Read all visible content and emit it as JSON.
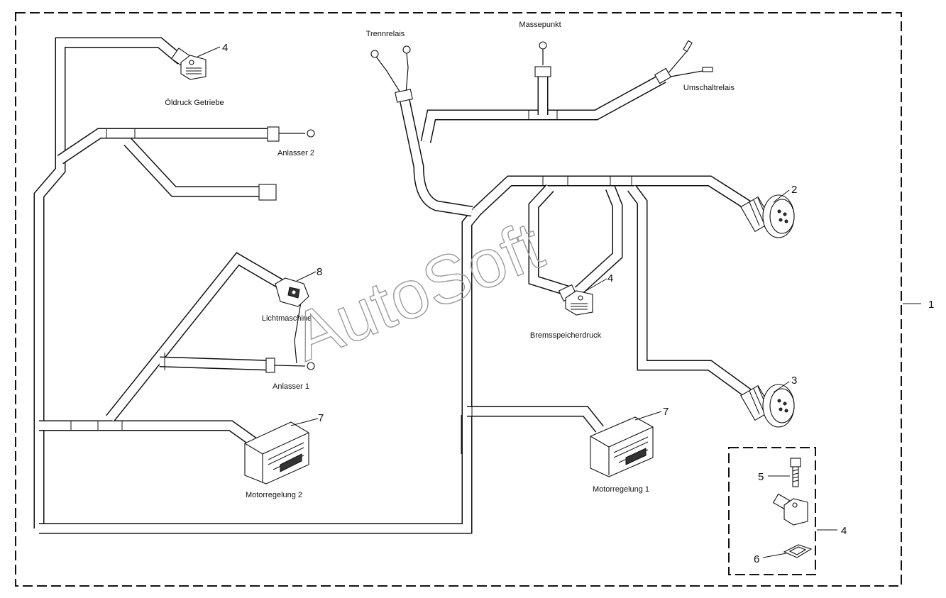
{
  "diagram": {
    "watermark": "AutoSoft",
    "labels": {
      "oeldruck": "Öldruck Getriebe",
      "anlasser2": "Anlasser 2",
      "trennrelais": "Trennrelais",
      "massepunkt": "Massepunkt",
      "umschaltrelais": "Umschaltrelais",
      "lichtmaschine": "Lichtmaschine",
      "anlasser1": "Anlasser 1",
      "motorregelung2": "Motorregelung 2",
      "motorregelung1": "Motorregelung 1",
      "bremsspeicherdruck": "Bremsspeicherdruck"
    },
    "callouts": {
      "c1": "1",
      "c2": "2",
      "c3": "3",
      "c4_oel": "4",
      "c4_brems": "4",
      "c4_kit": "4",
      "c5": "5",
      "c6": "6",
      "c7_left": "7",
      "c7_right": "7",
      "c8": "8"
    }
  }
}
